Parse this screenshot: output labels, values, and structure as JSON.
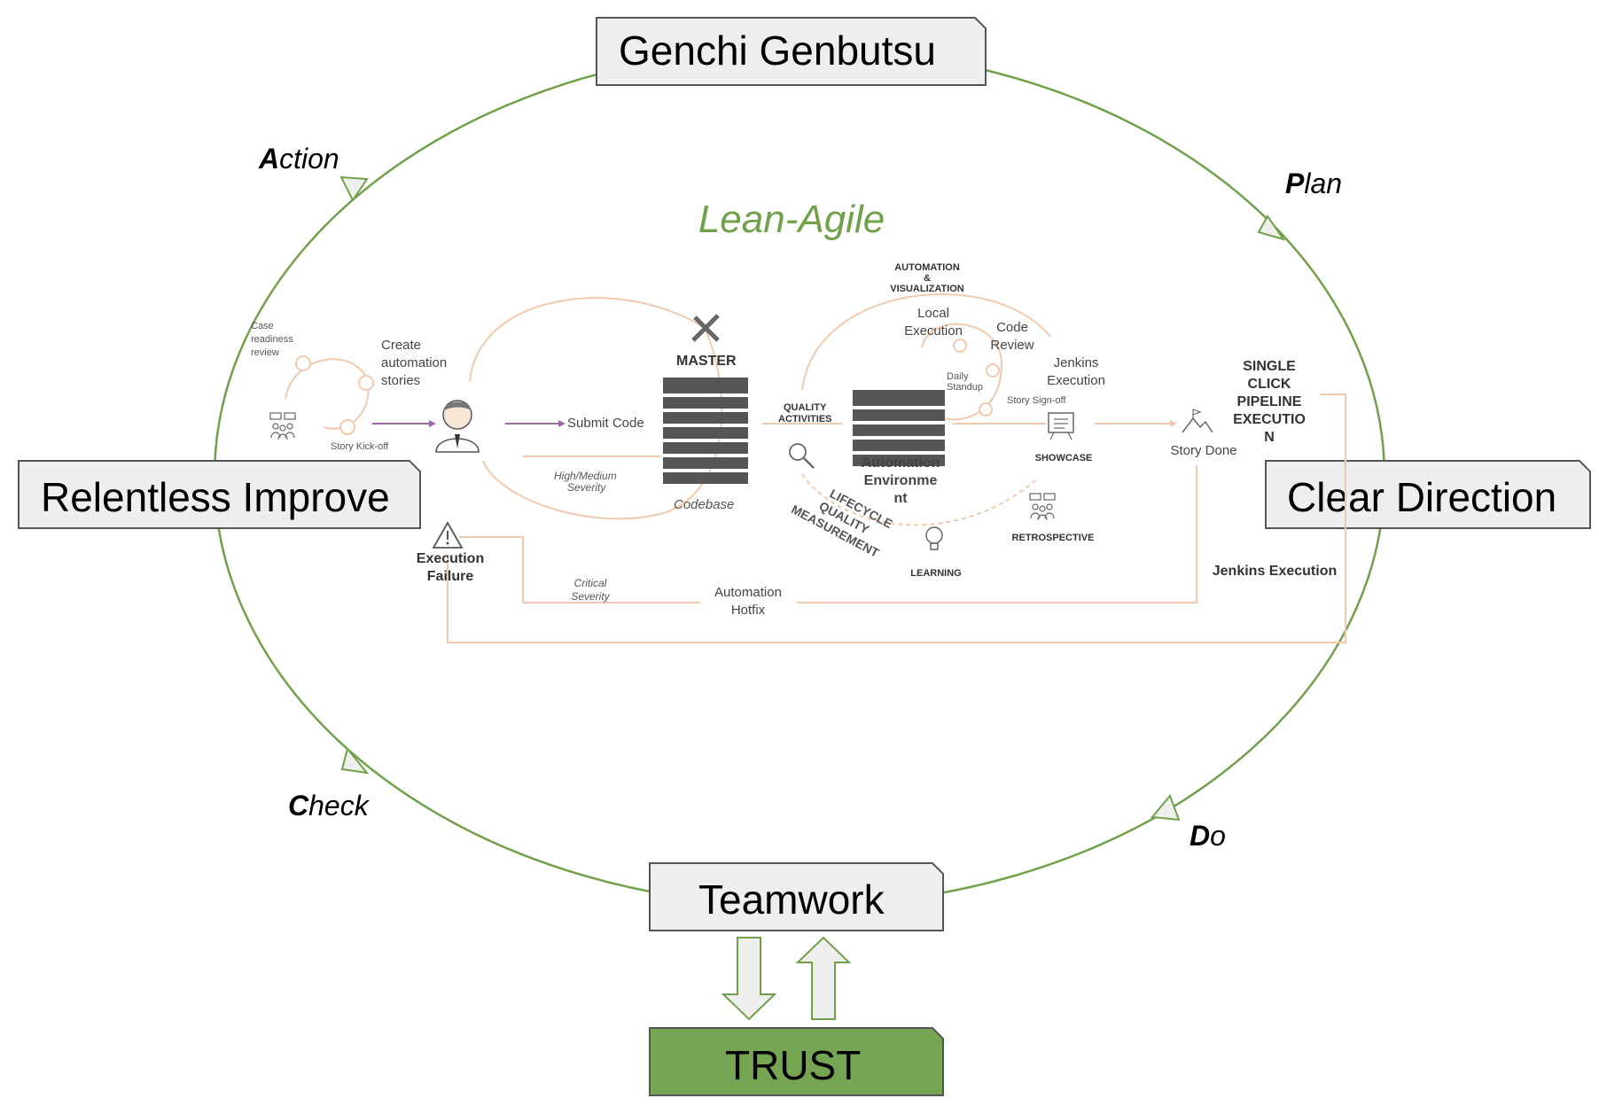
{
  "colors": {
    "cycle": "#70a14a",
    "box_fill": "#eeeeee",
    "box_stroke": "#555555",
    "trust_fill": "#75a552",
    "flow_peach": "#f2c9ad",
    "arrow_purple": "#9c6aa6",
    "server_dark": "#555555"
  },
  "boxes": {
    "top": "Genchi Genbutsu",
    "left": "Relentless Improve",
    "right": "Clear Direction",
    "bottom": "Teamwork",
    "trust": "TRUST"
  },
  "pdca": {
    "action": {
      "initial": "A",
      "rest": "ction"
    },
    "plan": {
      "initial": "P",
      "rest": "lan"
    },
    "check": {
      "initial": "C",
      "rest": "heck"
    },
    "do": {
      "initial": "D",
      "rest": "o"
    }
  },
  "center_title": "Lean-Agile",
  "flow": {
    "case_readiness": [
      "Case",
      "readiness",
      "review"
    ],
    "create_stories": [
      "Create",
      "automation",
      "stories"
    ],
    "story_kickoff": "Story Kick-off",
    "submit_code": "Submit Code",
    "master": "MASTER",
    "codebase": "Codebase",
    "high_medium": [
      "High/Medium",
      "Severity"
    ],
    "quality_activities": [
      "QUALITY",
      "ACTIVITIES"
    ],
    "automation_visualization": [
      "AUTOMATION",
      "&",
      "VISUALIZATION"
    ],
    "local_execution": [
      "Local",
      "Execution"
    ],
    "code_review": [
      "Code",
      "Review"
    ],
    "jenkins_execution_top": [
      "Jenkins",
      "Execution"
    ],
    "daily_standup": [
      "Daily",
      "Standup"
    ],
    "story_signoff": "Story Sign-off",
    "automation_env": [
      "Automation",
      "Environme",
      "nt"
    ],
    "lifecycle": [
      "LIFECYCLE",
      "QUALITY",
      "MEASUREMENT"
    ],
    "showcase": "SHOWCASE",
    "retrospective": "RETROSPECTIVE",
    "learning": "LEARNING",
    "story_done": "Story Done",
    "single_click": [
      "SINGLE",
      "CLICK",
      "PIPELINE",
      "EXECUTIO",
      "N"
    ],
    "execution_failure": [
      "Execution",
      "Failure"
    ],
    "critical": [
      "Critical",
      "Severity"
    ],
    "automation_hotfix": [
      "Automation",
      "Hotfix"
    ],
    "jenkins_execution_bottom": "Jenkins Execution"
  }
}
